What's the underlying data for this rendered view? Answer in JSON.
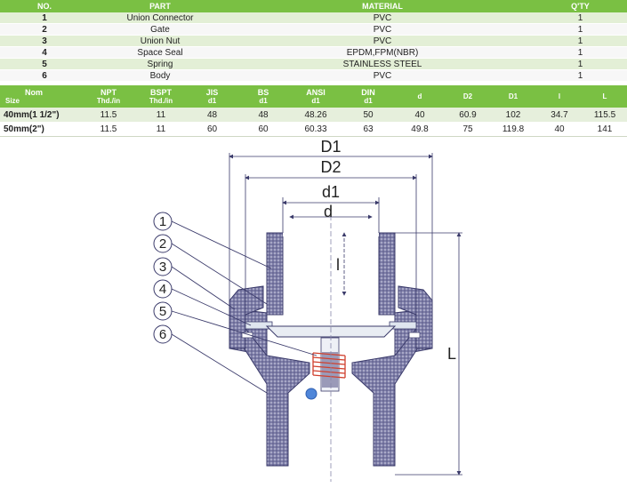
{
  "parts_table": {
    "headers": {
      "no": "NO.",
      "part": "PART",
      "material": "MATERIAL",
      "qty": "Q'TY"
    },
    "rows": [
      {
        "no": "1",
        "part": "Union  Connector",
        "material": "PVC",
        "qty": "1"
      },
      {
        "no": "2",
        "part": "Gate",
        "material": "PVC",
        "qty": "1"
      },
      {
        "no": "3",
        "part": "Union  Nut",
        "material": "PVC",
        "qty": "1"
      },
      {
        "no": "4",
        "part": "Space  Seal",
        "material": "EPDM,FPM(NBR)",
        "qty": "1"
      },
      {
        "no": "5",
        "part": "Spring",
        "material": "STAINLESS STEEL",
        "qty": "1"
      },
      {
        "no": "6",
        "part": "Body",
        "material": "PVC",
        "qty": "1"
      }
    ]
  },
  "size_table": {
    "headers": [
      {
        "top": "Nom",
        "bottom": "Size"
      },
      {
        "top": "NPT",
        "bottom": "Thd./in"
      },
      {
        "top": "BSPT",
        "bottom": "Thd./in"
      },
      {
        "top": "JIS",
        "bottom": "d1"
      },
      {
        "top": "BS",
        "bottom": "d1"
      },
      {
        "top": "ANSI",
        "bottom": "d1"
      },
      {
        "top": "DIN",
        "bottom": "d1"
      },
      {
        "top": "",
        "bottom": "d"
      },
      {
        "top": "",
        "bottom": "D2"
      },
      {
        "top": "",
        "bottom": "D1"
      },
      {
        "top": "",
        "bottom": "l"
      },
      {
        "top": "",
        "bottom": "L"
      }
    ],
    "rows": [
      [
        "40mm(1 1/2\")",
        "11.5",
        "11",
        "48",
        "48",
        "48.26",
        "50",
        "40",
        "60.9",
        "102",
        "34.7",
        "115.5"
      ],
      [
        "50mm(2\")",
        "11.5",
        "11",
        "60",
        "60",
        "60.33",
        "63",
        "49.8",
        "75",
        "119.8",
        "40",
        "141"
      ]
    ]
  },
  "diagram": {
    "dimension_labels": {
      "D1": "D1",
      "D2": "D2",
      "d1": "d1",
      "d": "d",
      "l": "l",
      "L": "L"
    },
    "callouts": [
      "1",
      "2",
      "3",
      "4",
      "5",
      "6"
    ],
    "colors": {
      "hatch": "#6f6f9a",
      "outline": "#3a3a6a",
      "spring": "#d0402e",
      "seal": "#4f86d9"
    }
  }
}
